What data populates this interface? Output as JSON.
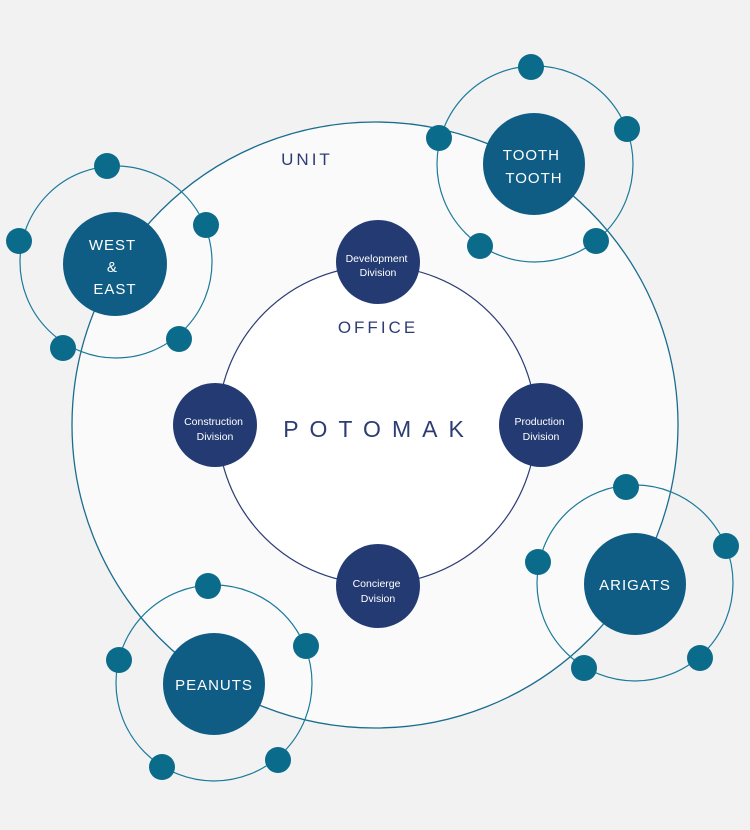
{
  "colors": {
    "background": "#f2f2f2",
    "unit_fill": "#fafafa",
    "unit_stroke": "#1b6d8f",
    "office_stroke": "#2d3d74",
    "division_fill": "#233a72",
    "company_fill": "#0f5d85",
    "satellite_fill": "#0b6b8a",
    "orbit_stroke": "#1b7a9a",
    "label_text": "#2d3d74",
    "node_text": "#ffffff"
  },
  "labels": {
    "unit": "UNIT",
    "office": "OFFICE",
    "center": "POTOMAK"
  },
  "divisions": [
    {
      "id": "development",
      "lines": [
        "Development",
        "Division"
      ]
    },
    {
      "id": "construction",
      "lines": [
        "Construction",
        "Division"
      ]
    },
    {
      "id": "production",
      "lines": [
        "Production",
        "Division"
      ]
    },
    {
      "id": "concierge",
      "lines": [
        "Concierge",
        "Dvision"
      ]
    }
  ],
  "companies": [
    {
      "id": "west-east",
      "lines": [
        "WEST",
        "&",
        "EAST"
      ]
    },
    {
      "id": "tooth-tooth",
      "lines": [
        "TOOTH",
        "TOOTH"
      ]
    },
    {
      "id": "arigats",
      "lines": [
        "ARIGATS"
      ]
    },
    {
      "id": "peanuts",
      "lines": [
        "PEANUTS"
      ]
    }
  ]
}
